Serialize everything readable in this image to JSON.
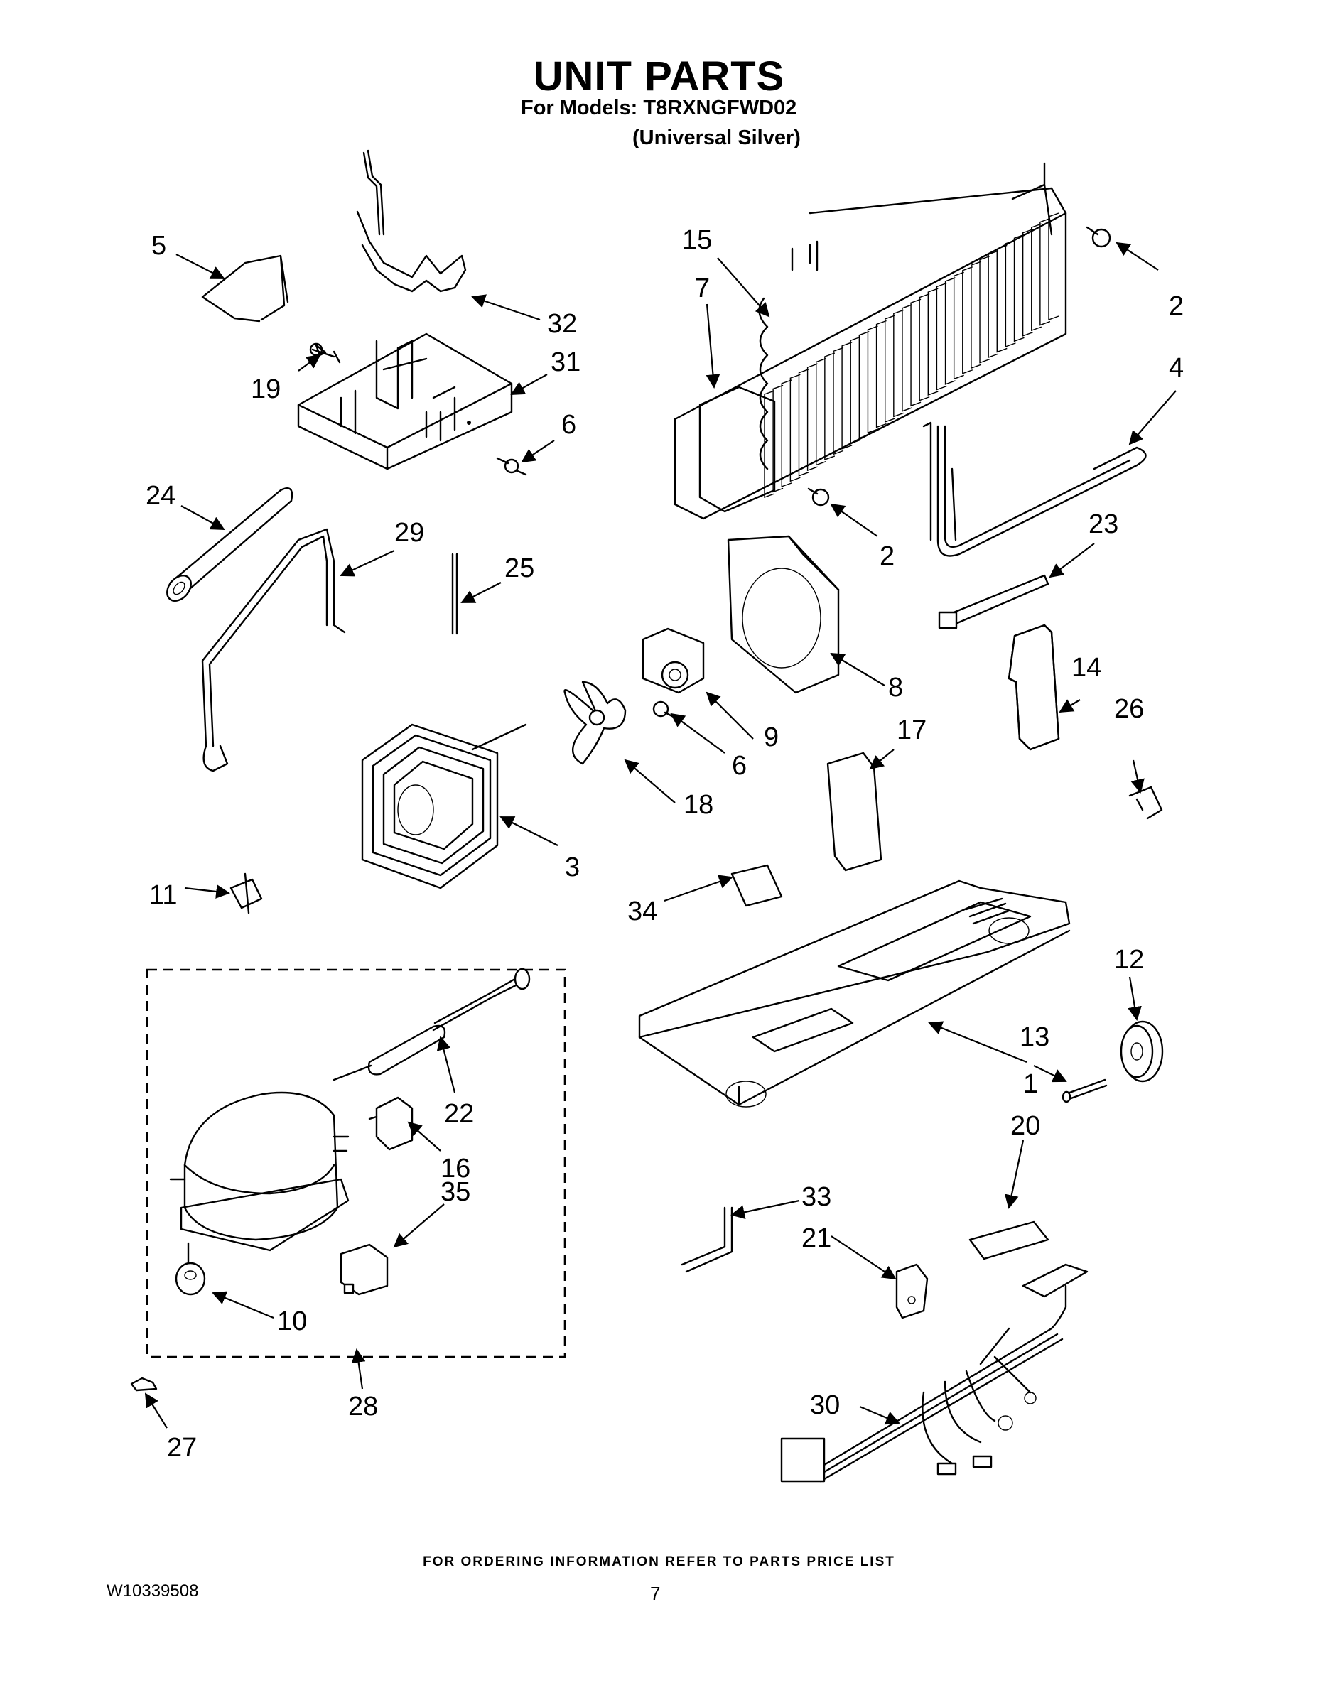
{
  "header": {
    "title": "UNIT PARTS",
    "models_line": "For Models: T8RXNGFWD02",
    "color_line": "(Universal Silver)"
  },
  "footer": {
    "ordering_note": "FOR ORDERING INFORMATION REFER TO PARTS PRICE LIST",
    "document_number": "W10339508",
    "page_number": "7"
  },
  "callouts": {
    "c1": "1",
    "c2a": "2",
    "c2b": "2",
    "c3": "3",
    "c4": "4",
    "c5": "5",
    "c6a": "6",
    "c6b": "6",
    "c7": "7",
    "c8": "8",
    "c9": "9",
    "c10": "10",
    "c11": "11",
    "c12": "12",
    "c13": "13",
    "c14": "14",
    "c15": "15",
    "c16": "16",
    "c17": "17",
    "c18": "18",
    "c19": "19",
    "c20": "20",
    "c21": "21",
    "c22": "22",
    "c23": "23",
    "c24": "24",
    "c25": "25",
    "c26": "26",
    "c27": "27",
    "c28": "28",
    "c29": "29",
    "c30": "30",
    "c31": "31",
    "c32": "32",
    "c33": "33",
    "c34": "34",
    "c35": "35"
  }
}
